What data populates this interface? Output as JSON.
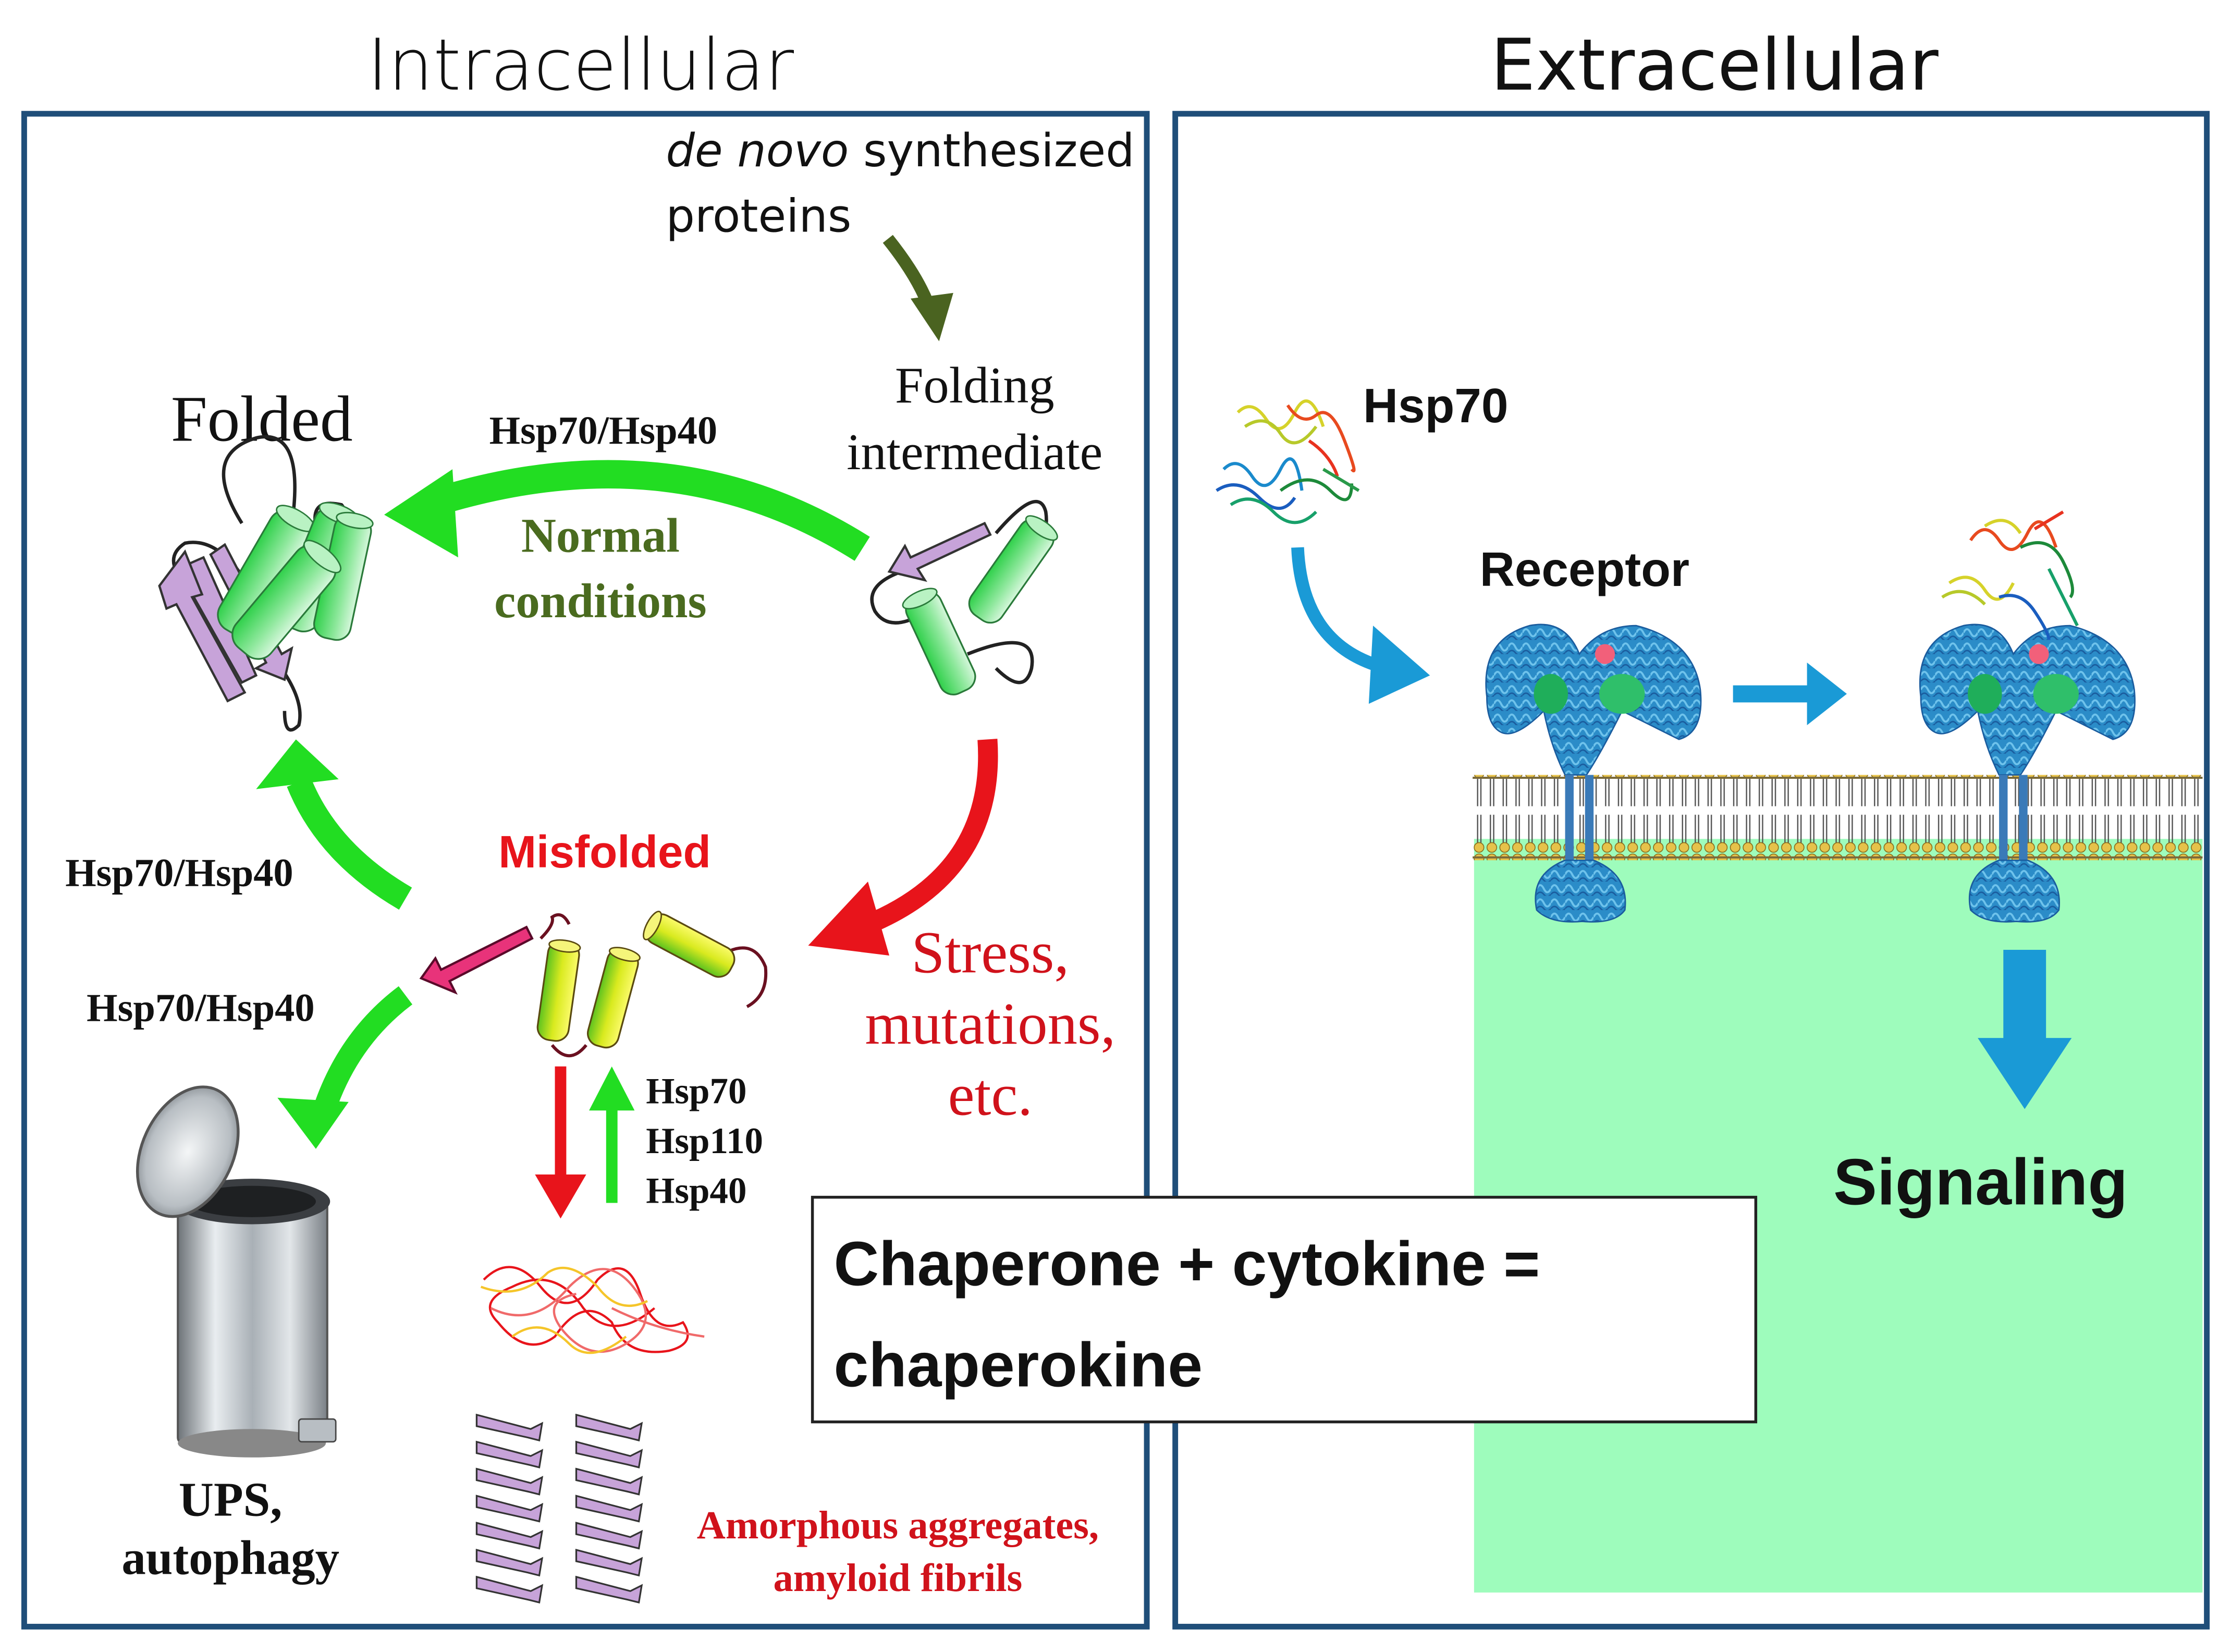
{
  "intracellular": {
    "title": "Intracellular",
    "de_novo_italic": "de novo",
    "de_novo_rest": " synthesized",
    "proteins": "proteins",
    "folding_line1": "Folding",
    "folding_line2": "intermediate",
    "folded": "Folded",
    "hsp_top": "Hsp70/Hsp40",
    "normal_line1": "Normal",
    "normal_line2": "conditions",
    "misfolded": "Misfolded",
    "hsp_left_upper": "Hsp70/Hsp40",
    "hsp_left_lower": "Hsp70/Hsp40",
    "stress_line1": "Stress,",
    "stress_line2": "mutations,",
    "stress_line3": "etc.",
    "chaperones": [
      "Hsp70",
      "Hsp110",
      "Hsp40"
    ],
    "ups_line1": "UPS,",
    "ups_line2": "autophagy",
    "aggregates_line1": "Amorphous aggregates,",
    "aggregates_line2": "amyloid fibrils"
  },
  "extracellular": {
    "title": "Extracellular",
    "hsp70": "Hsp70",
    "receptor": "Receptor",
    "signaling": "Signaling"
  },
  "callout": {
    "line1": "Chaperone + cytokine =",
    "line2": "chaperokine"
  },
  "colors": {
    "panel_border": "#1f4e79",
    "green_arrow": "#22dd22",
    "dark_green_arrow": "#4a6320",
    "red": "#e8141b",
    "red_text": "#d0121b",
    "green_text": "#4a6b1f",
    "blue_arrow": "#1a9ad6",
    "cytoplasm": "#9efcbc",
    "helix_green": "#5fdc75",
    "strand_purple": "#c7a3d9",
    "pink_strand": "#e8337a",
    "yellow_helix": "#e6ee2a"
  }
}
